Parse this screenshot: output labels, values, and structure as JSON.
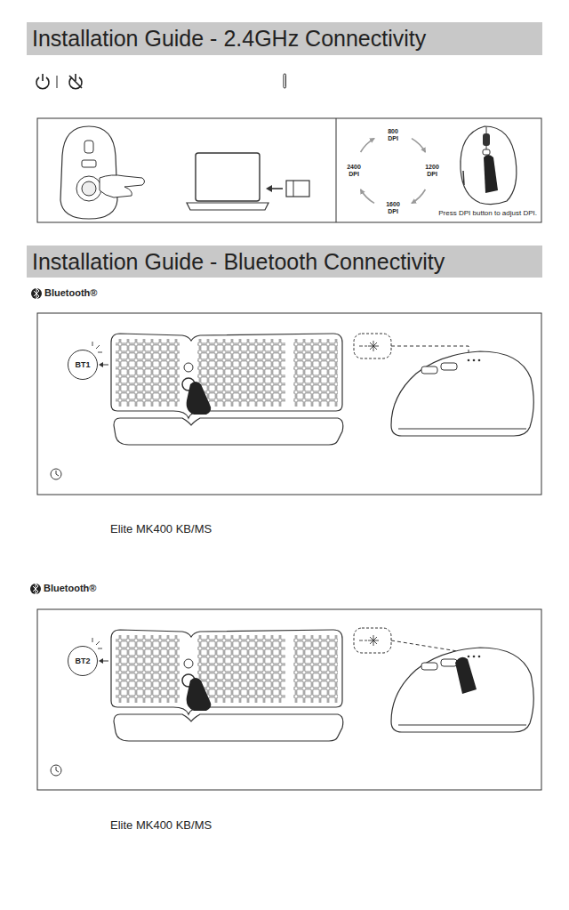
{
  "diagram": {
    "nodes": [
      {
        "text": [
          "Installation Guide - 2.4GHz Connectivity"
        ]
      },
      {
        "text": [
          "Installation Guide - Bluetooth Connectivity"
        ]
      },
      {
        "text": [
          "BT1"
        ]
      },
      {
        "text": [
          "BT2"
        ]
      }
    ],
    "labels": [
      "800 DPI",
      "1200 DPI",
      "1600 DPI",
      "2400 DPI",
      "Press DPI button to adjust DPI.",
      "Bluetooth®",
      "Elite MK400 KB/MS",
      "Bluetooth®",
      "Elite MK400 KB/MS"
    ]
  }
}
